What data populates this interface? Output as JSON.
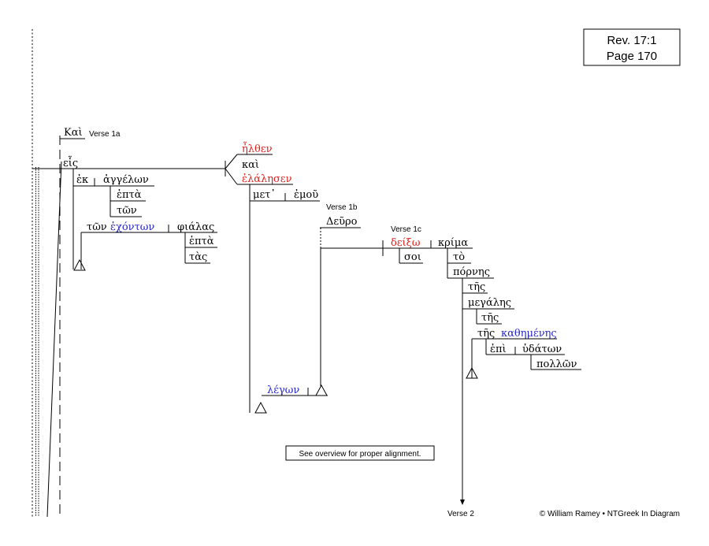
{
  "reference": {
    "line1": "Rev. 17:1",
    "line2": "Page 170"
  },
  "verse_labels": {
    "v1a": "Verse 1a",
    "v1b": "Verse 1b",
    "v1c": "Verse 1c",
    "v2": "Verse 2"
  },
  "words": {
    "kai_top": "Καὶ",
    "eis": "εἷς",
    "ek": "ἐκ",
    "aggelon": "ἀγγέλων",
    "hepta1": "ἑπτὰ",
    "ton1": "τῶν",
    "ton2": "τῶν",
    "echonton": "ἐχόντων",
    "phialas": "φιάλας",
    "hepta2": "ἑπτὰ",
    "tas": "τὰς",
    "elthen": "ἦλθεν",
    "kai_mid": "καὶ",
    "elalesen": "ἐλάλησεν",
    "met": "μετ᾽",
    "emou": "ἐμοῦ",
    "deuro": "Δεῦρο",
    "deixo": "δείξω",
    "soi": "σοι",
    "krima": "κρίμα",
    "to": "τὸ",
    "pornes": "πόρνης",
    "tes1": "τῆς",
    "megales": "μεγάλης",
    "tes2": "τῆς",
    "tes3": "τῆς",
    "kathemenes": "καθημένης",
    "epi": "ἐπὶ",
    "hydaton": "ὑδάτων",
    "pollon": "πολλῶν",
    "legon": "λέγων"
  },
  "note": "See overview for proper alignment.",
  "copyright": "© William Ramey • NTGreek In Diagram",
  "colors": {
    "verb": "#e0201c",
    "participle": "#2626c8",
    "text": "#000000"
  }
}
